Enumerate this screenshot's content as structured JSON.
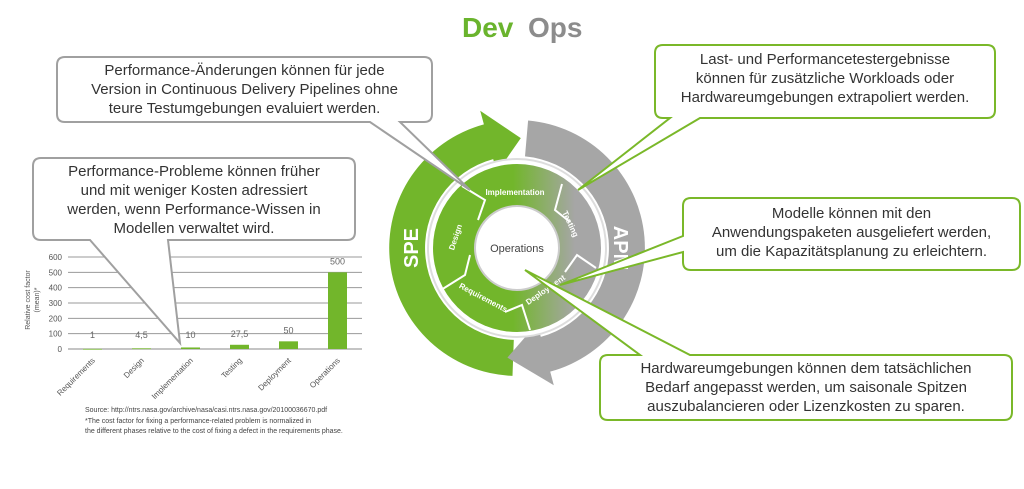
{
  "header": {
    "dev": "Dev",
    "ops": "Ops"
  },
  "colors": {
    "green": "#72b62b",
    "gray": "#a6a6a6",
    "dev": "#6ab42d",
    "ops": "#8c8c8c"
  },
  "cycle": {
    "outer_left": "SPE",
    "outer_right": "APM",
    "center": "Operations",
    "phases": [
      "Implementation",
      "Testing",
      "Deployment",
      "Requirements",
      "Design"
    ]
  },
  "callouts": [
    {
      "lines": [
        "Performance-Änderungen können für jede",
        "Version in Continuous Delivery Pipelines ohne",
        "teure Testumgebungen  evaluiert werden."
      ]
    },
    {
      "lines": [
        "Performance-Probleme können früher",
        "und mit weniger Kosten adressiert",
        "werden, wenn Performance-Wissen in",
        "Modellen verwaltet wird."
      ]
    },
    {
      "lines": [
        "Last- und Performancetestergebnisse",
        "können für zusätzliche  Workloads oder",
        "Hardwareumgebungen  extrapoliert werden."
      ]
    },
    {
      "lines": [
        "Modelle können mit den",
        "Anwendungspaketen ausgeliefert werden,",
        "um die Kapazitätsplanung zu erleichtern."
      ]
    },
    {
      "lines": [
        "Hardwareumgebungen  können dem tatsächlichen",
        "Bedarf angepasst werden, um saisonale Spitzen",
        "auszubalancieren oder Lizenzkosten zu sparen."
      ]
    }
  ],
  "chart_data": {
    "type": "bar",
    "categories": [
      "Requirements",
      "Design",
      "Implementation",
      "Testing",
      "Deployment",
      "Operations"
    ],
    "values": [
      1,
      4.5,
      10,
      27.5,
      50,
      500
    ],
    "value_labels": [
      "1",
      "4,5",
      "10",
      "27,5",
      "50",
      "500"
    ],
    "ylabel": [
      "Relative cost factor",
      "(mean)*"
    ],
    "ylim": [
      0,
      600
    ],
    "yticks": [
      "0",
      "100",
      "200",
      "300",
      "400",
      "500",
      "600"
    ],
    "grid": true,
    "notes": [
      "Source: http://ntrs.nasa.gov/archive/nasa/casi.ntrs.nasa.gov/20100036670.pdf",
      "*The cost factor for fixing a performance-related problem is normalized in",
      "the different phases relative to the cost of fixing a defect in the requirements phase."
    ]
  }
}
